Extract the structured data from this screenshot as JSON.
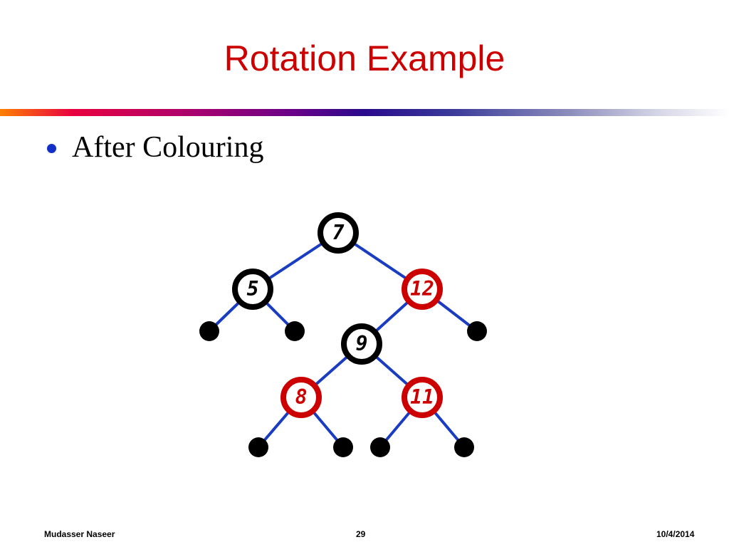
{
  "slide": {
    "title": "Rotation Example",
    "bullet": "After Colouring"
  },
  "colors": {
    "title": "#cc0000",
    "black_node": "#000000",
    "red_node": "#cc0000",
    "edge": "#1a3cc0",
    "bullet": "#1230c8"
  },
  "tree": {
    "nodes": [
      {
        "id": "n7",
        "label": "7",
        "color": "black"
      },
      {
        "id": "n5",
        "label": "5",
        "color": "black"
      },
      {
        "id": "n12",
        "label": "12",
        "color": "red"
      },
      {
        "id": "n9",
        "label": "9",
        "color": "black"
      },
      {
        "id": "n8",
        "label": "8",
        "color": "red"
      },
      {
        "id": "n11",
        "label": "11",
        "color": "red"
      }
    ],
    "edges": [
      [
        "n7",
        "n5"
      ],
      [
        "n7",
        "n12"
      ],
      [
        "n5",
        "nil1"
      ],
      [
        "n5",
        "nil2"
      ],
      [
        "n12",
        "n9"
      ],
      [
        "n12",
        "nil3"
      ],
      [
        "n9",
        "n8"
      ],
      [
        "n9",
        "n11"
      ],
      [
        "n8",
        "nil4"
      ],
      [
        "n8",
        "nil5"
      ],
      [
        "n11",
        "nil6"
      ],
      [
        "n11",
        "nil7"
      ]
    ],
    "nil_leaf_count": 7
  },
  "footer": {
    "author": "Mudasser Naseer",
    "page": "29",
    "date": "10/4/2014"
  }
}
